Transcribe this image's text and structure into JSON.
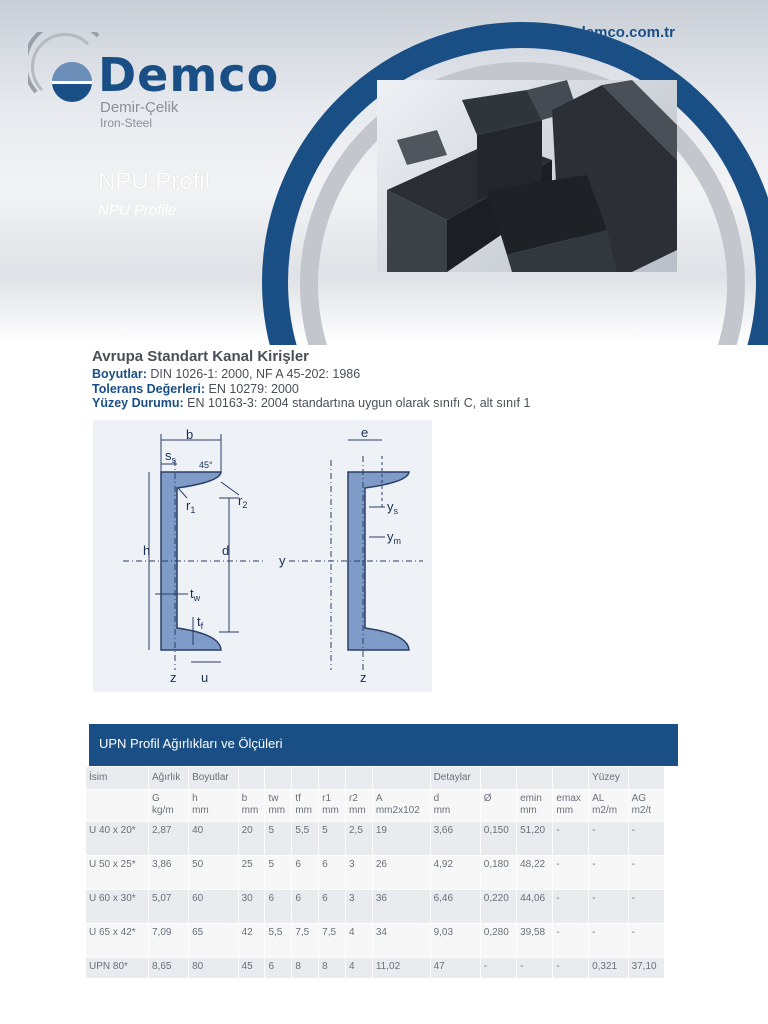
{
  "header": {
    "url": "www.demco.com.tr",
    "logo_word": "Demco",
    "logo_sub1": "Demir-Çelik",
    "logo_sub2": "Iron-Steel",
    "title": "NPU Profil",
    "subtitle": "NPU Profile",
    "brand_color": "#1a4f86"
  },
  "info": {
    "heading": "Avrupa Standart Kanal Kirişler",
    "dims_label": "Boyutlar:",
    "dims_value": " DIN 1026-1: 2000, NF A 45-202: 1986",
    "tol_label": "Tolerans Değerleri:",
    "tol_value": " EN 10279: 2000",
    "surf_label": "Yüzey Durumu:",
    "surf_value": " EN 10163-3: 2004 standartına uygun olarak sınıfı C, alt sınıf 1"
  },
  "diagram": {
    "b": "b",
    "ss": "s",
    "ss_sub": "s",
    "angle": "45°",
    "r1": "r",
    "r1_sub": "1",
    "r2": "r",
    "r2_sub": "2",
    "h": "h",
    "d": "d",
    "tw": "t",
    "tw_sub": "w",
    "tf": "t",
    "tf_sub": "f",
    "z_left": "z",
    "u": "u",
    "e": "e",
    "ys": "y",
    "ys_sub": "s",
    "ym": "y",
    "ym_sub": "m",
    "y": "y",
    "z_right": "z"
  },
  "table": {
    "title": "UPN Profil Ağırlıkları ve Ölçüleri",
    "group_row": [
      "İsim",
      "Ağırlık",
      "Boyutlar",
      "",
      "",
      "",
      "",
      "",
      "",
      "Detaylar",
      "",
      "",
      "",
      "Yüzey",
      ""
    ],
    "unit_row": [
      [
        "",
        ""
      ],
      [
        "G",
        "kg/m"
      ],
      [
        "h",
        "mm"
      ],
      [
        "b",
        "mm"
      ],
      [
        "tw",
        "mm"
      ],
      [
        "tf",
        "mm"
      ],
      [
        "r1",
        "mm"
      ],
      [
        "r2",
        "mm"
      ],
      [
        "A",
        "mm2x102"
      ],
      [
        "d",
        "mm"
      ],
      [
        "Ø",
        ""
      ],
      [
        "emin",
        "mm"
      ],
      [
        "emax",
        "mm"
      ],
      [
        "AL",
        "m2/m"
      ],
      [
        "AG",
        "m2/t"
      ]
    ],
    "rows": [
      [
        "U 40 x 20*",
        "2,87",
        "40",
        "20",
        "5",
        "5,5",
        "5",
        "2,5",
        "19",
        "3,66",
        "0,150",
        "51,20",
        "-",
        "-",
        "-"
      ],
      [
        "U 50 x 25*",
        "3,86",
        "50",
        "25",
        "5",
        "6",
        "6",
        "3",
        "26",
        "4,92",
        "0,180",
        "48,22",
        "-",
        "-",
        "-"
      ],
      [
        "U 60 x 30*",
        "5,07",
        "60",
        "30",
        "6",
        "6",
        "6",
        "3",
        "36",
        "6,46",
        "0,220",
        "44,06",
        "-",
        "-",
        "-"
      ],
      [
        "U 65 x 42*",
        "7,09",
        "65",
        "42",
        "5,5",
        "7,5",
        "7,5",
        "4",
        "34",
        "9,03",
        "0,280",
        "39,58",
        "-",
        "-",
        "-"
      ],
      [
        "UPN 80*",
        "8,65",
        "80",
        "45",
        "6",
        "8",
        "8",
        "4",
        "11,02",
        "47",
        "-",
        "-",
        "-",
        "0,321",
        "37,10"
      ]
    ]
  }
}
